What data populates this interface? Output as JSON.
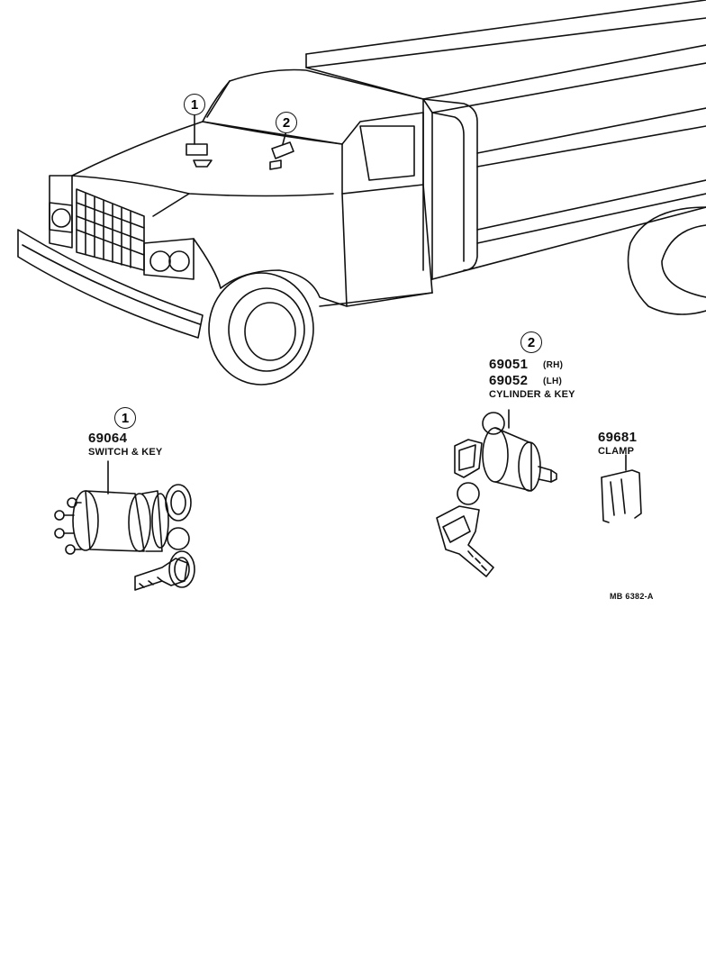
{
  "callouts": {
    "truck_1": "1",
    "truck_2": "2",
    "part_1": "1",
    "part_2": "2"
  },
  "parts": {
    "switch": {
      "number": "69064",
      "name": "SWITCH & KEY"
    },
    "cylinder": {
      "number_rh": "69051",
      "suffix_rh": "(RH)",
      "number_lh": "69052",
      "suffix_lh": "(LH)",
      "name": "CYLINDER & KEY"
    },
    "clamp": {
      "number": "69681",
      "name": "CLAMP"
    }
  },
  "reference_code": "MB 6382-A",
  "colors": {
    "ink": "#111111",
    "paper": "#ffffff"
  }
}
